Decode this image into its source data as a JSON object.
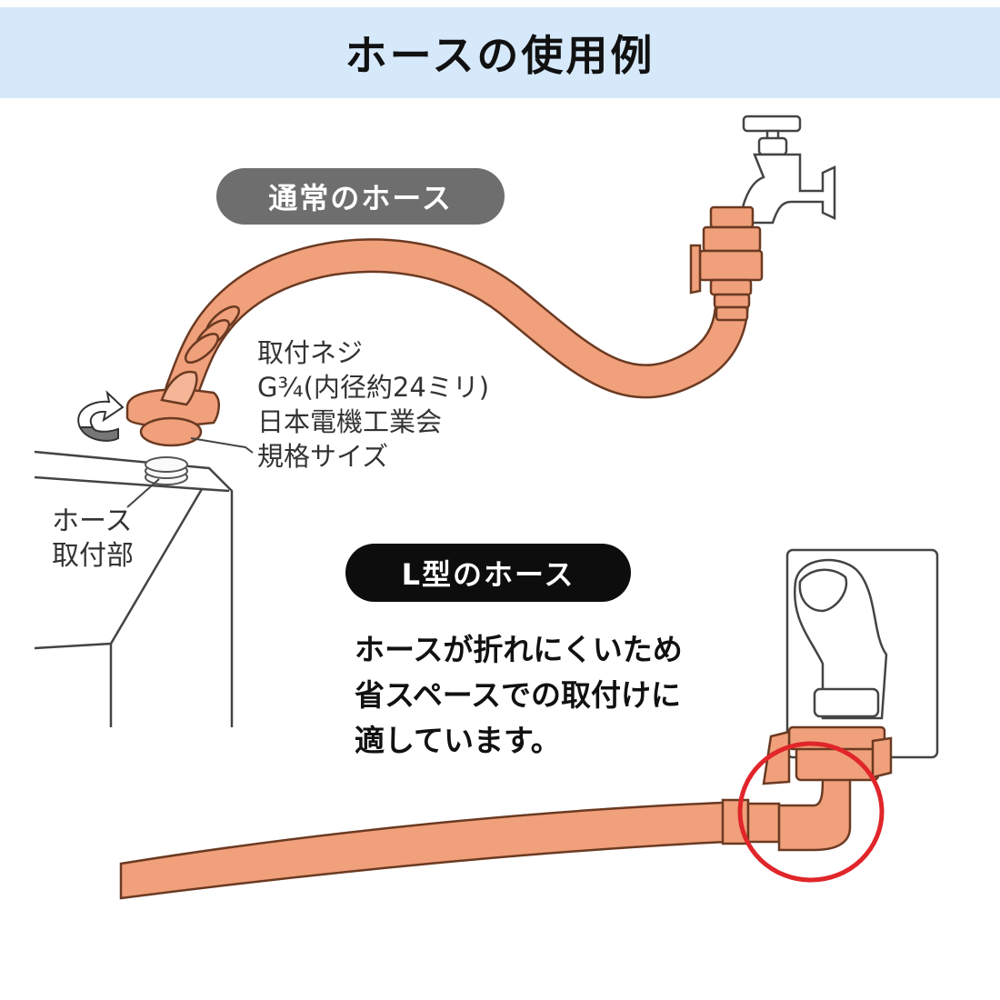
{
  "header": {
    "title": "ホースの使用例"
  },
  "normal_hose": {
    "badge": "通常のホース",
    "spec_lines": [
      "取付ネジ",
      "G¾(内径約24ミリ)",
      "日本電機工業会",
      "規格サイズ"
    ],
    "mount_lines": [
      "ホース",
      "取付部"
    ]
  },
  "l_hose": {
    "badge": "L型のホース",
    "description_lines": [
      "ホースが折れにくいため",
      "省スペースでの取付けに",
      "適しています。"
    ]
  },
  "colors": {
    "header_bg": "#d6e9fb",
    "hose_fill": "#f0a07a",
    "hose_outline": "#6b3a22",
    "badge_gray": "#6e6e6e",
    "badge_black": "#0d0d0d",
    "highlight_circle": "#e0262a"
  }
}
